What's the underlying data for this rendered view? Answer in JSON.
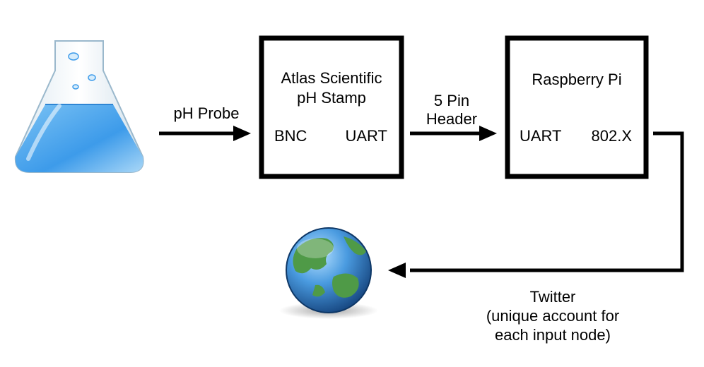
{
  "diagram": {
    "probe_link_label": "pH Probe",
    "stamp_box": {
      "title_line1": "Atlas Scientific",
      "title_line2": "pH Stamp",
      "left_port": "BNC",
      "right_port": "UART"
    },
    "header_link_label_line1": "5 Pin",
    "header_link_label_line2": "Header",
    "pi_box": {
      "title": "Raspberry Pi",
      "left_port": "UART",
      "right_port": "802.X"
    },
    "twitter_label_line1": "Twitter",
    "twitter_label_line2": "(unique account for",
    "twitter_label_line3": "each input node)"
  },
  "icons": {
    "source": "erlenmeyer-flask-icon",
    "destination": "globe-icon"
  },
  "colors": {
    "liquid": "#3d9bea",
    "liquid_light": "#c8e6fa",
    "glass_edge": "#9ab8cc",
    "ocean": "#2f7fc4",
    "land": "#4f9a47",
    "stroke": "#000000"
  }
}
